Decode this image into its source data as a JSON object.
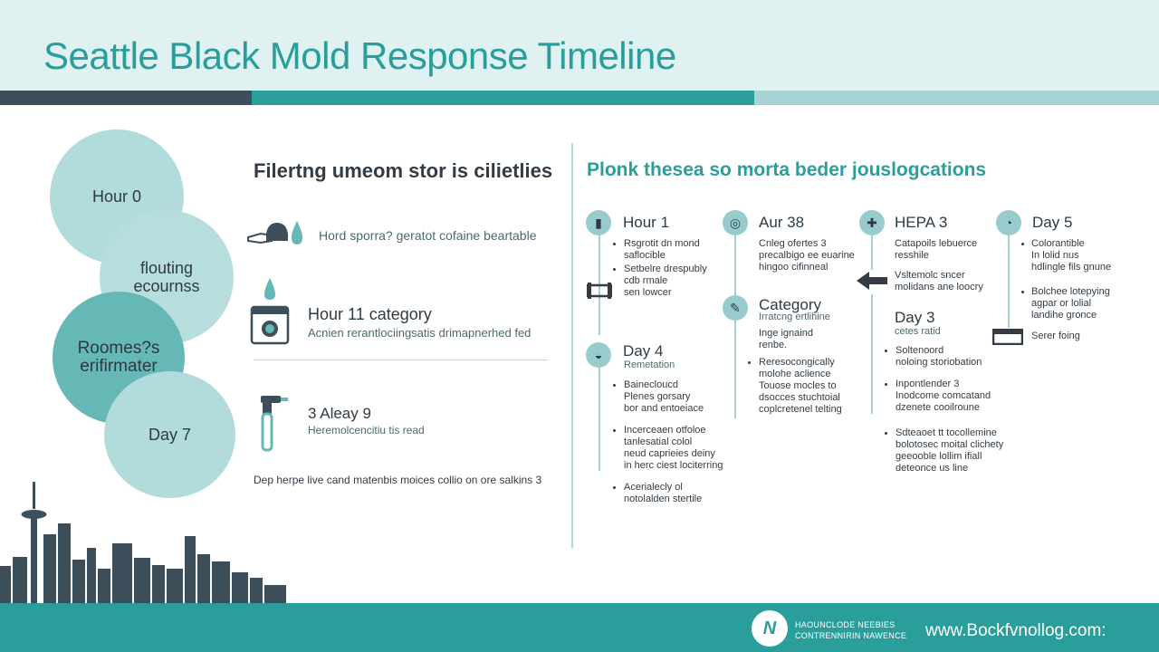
{
  "title": "Seattle Black Mold Response Timeline",
  "colors": {
    "teal": "#2a9e9b",
    "dark": "#3d4f5a",
    "light_teal": "#a7d4d3",
    "header_bg": "#e0f1f1"
  },
  "circles": [
    {
      "label": "Hour 0"
    },
    {
      "label": "flouting\necournss"
    },
    {
      "label": "Roomes?s\nerifirmater"
    },
    {
      "label": "Day 7"
    }
  ],
  "middle": {
    "heading": "Filertng umeom stor is cilietlies",
    "rows": [
      {
        "icon": "mold-bottle-icon",
        "title": "",
        "text": "Hord sporra? geratot cofaine beartable"
      },
      {
        "icon": "air-scrubber-icon",
        "title": "Hour 11 category",
        "text": "Acnien rerantlociingsatis drimapnerhed fed"
      },
      {
        "icon": "spray-tool-icon",
        "title": "3 Aleay 9",
        "text": "Heremolcencitiu tis read"
      }
    ],
    "note": "Dep herpe live cand matenbis moices collio on ore salkins 3"
  },
  "right": {
    "heading": "Plonk thesea so morta beder jouslogcations",
    "columns": [
      {
        "label": "Hour 1",
        "glyph": "▮",
        "icon": "building-icon",
        "bullets": [
          "Rsgrotit dn mond\nsaflocible",
          "Setbelre drespubly\ncdb rmale\nsen lowcer"
        ],
        "step2_label": "Day 4",
        "step2_glyph": "◒",
        "step2_icon": "dehumidifier-icon",
        "step2_sub": "Remetation",
        "step2_bullets": [
          "Bainecloucd\nPlenes gorsary\nbor and entoeiace",
          "Incerceaen otfoloe\ntanlesatial colol\nneud caprieies deiny\nin herc ciest lociterring",
          "Acerialecly ol\nnotolalden stertile"
        ]
      },
      {
        "label": "Aur 38",
        "glyph": "◎",
        "icon": "target-icon",
        "bullets": [
          "Cnleg ofertes 3\nprecalbigo ee euarine\nhingoo cifinneal"
        ],
        "step2_label": "Category",
        "step2_glyph": "✎",
        "step2_icon": "inspection-icon",
        "step2_sub": "Irratcng ertlihine",
        "step2_bullets": [
          "Inge ignaind\nrenbe.",
          "Reresocongically\nmolohe aclience\nTouose mocles to\ndsocces stuchtoial\ncoplcretenel telting"
        ]
      },
      {
        "label": "HEPA 3",
        "glyph": "✚",
        "icon": "plus-icon",
        "bullets": [
          "Catapoils lebuerce\nresshile",
          "Vsltemolc sncer\nmolidans ane loocry"
        ],
        "step2_label": "Day 3",
        "step2_sub": "cetes ratid",
        "step2_bullets": [
          "Soltenoord\nnoloing storiobation",
          "Inpontlender 3\nInodcome comcatand\ndzenete cooilroune",
          "Sdteaoet tt tocollemine\nbolotosec moital clichety\ngeeooble lollim ifiall\ndeteonce us line"
        ]
      },
      {
        "label": "Day 5",
        "glyph": "◔",
        "icon": "gauge-icon",
        "bullets": [
          "Colorantible\nIn lolid nus\nhdlingle fils gnune",
          "Bolchee lotepying\nagpar or lolial\nlandihe gronce",
          "Serer foing"
        ]
      }
    ]
  },
  "footer": {
    "org": "HAOUNCLODE NEEBIES\nCONTRENNIRIN NAWENCE",
    "url": "www.Bockfvnollog.com:"
  }
}
